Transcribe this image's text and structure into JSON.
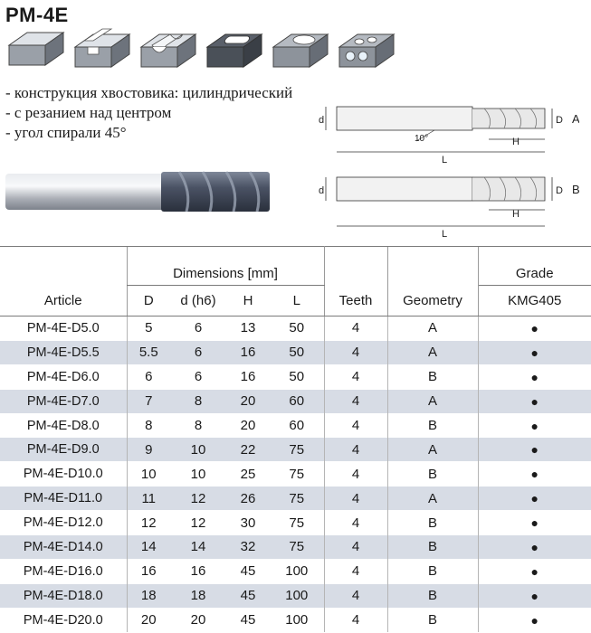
{
  "title": "PM-4E",
  "operations": [
    {
      "icon": "face-milling-icon"
    },
    {
      "icon": "slot-milling-icon"
    },
    {
      "icon": "groove-milling-icon"
    },
    {
      "icon": "pocket-milling-icon"
    },
    {
      "icon": "plunge-milling-icon"
    },
    {
      "icon": "drilling-icon"
    }
  ],
  "features": [
    "- конструкция хвостовика: цилиндрический",
    "- с резанием над центром",
    "- угол спирали 45°"
  ],
  "drawing": {
    "label_a": "A",
    "label_b": "B",
    "dim_d": "d",
    "dim_D": "D",
    "dim_H": "H",
    "dim_L": "L",
    "angle": "10°"
  },
  "table": {
    "headers": {
      "dimensions": "Dimensions [mm]",
      "grade": "Grade",
      "article": "Article",
      "D": "D",
      "d": "d (h6)",
      "H": "H",
      "L": "L",
      "teeth": "Teeth",
      "geometry": "Geometry",
      "grade_name": "KMG405"
    },
    "rows": [
      {
        "article": "PM-4E-D5.0",
        "D": "5",
        "d": "6",
        "H": "13",
        "L": "50",
        "teeth": "4",
        "geometry": "A",
        "grade": "●"
      },
      {
        "article": "PM-4E-D5.5",
        "D": "5.5",
        "d": "6",
        "H": "16",
        "L": "50",
        "teeth": "4",
        "geometry": "A",
        "grade": "●"
      },
      {
        "article": "PM-4E-D6.0",
        "D": "6",
        "d": "6",
        "H": "16",
        "L": "50",
        "teeth": "4",
        "geometry": "B",
        "grade": "●"
      },
      {
        "article": "PM-4E-D7.0",
        "D": "7",
        "d": "8",
        "H": "20",
        "L": "60",
        "teeth": "4",
        "geometry": "A",
        "grade": "●"
      },
      {
        "article": "PM-4E-D8.0",
        "D": "8",
        "d": "8",
        "H": "20",
        "L": "60",
        "teeth": "4",
        "geometry": "B",
        "grade": "●"
      },
      {
        "article": "PM-4E-D9.0",
        "D": "9",
        "d": "10",
        "H": "22",
        "L": "75",
        "teeth": "4",
        "geometry": "A",
        "grade": "●"
      },
      {
        "article": "PM-4E-D10.0",
        "D": "10",
        "d": "10",
        "H": "25",
        "L": "75",
        "teeth": "4",
        "geometry": "B",
        "grade": "●"
      },
      {
        "article": "PM-4E-D11.0",
        "D": "11",
        "d": "12",
        "H": "26",
        "L": "75",
        "teeth": "4",
        "geometry": "A",
        "grade": "●"
      },
      {
        "article": "PM-4E-D12.0",
        "D": "12",
        "d": "12",
        "H": "30",
        "L": "75",
        "teeth": "4",
        "geometry": "B",
        "grade": "●"
      },
      {
        "article": "PM-4E-D14.0",
        "D": "14",
        "d": "14",
        "H": "32",
        "L": "75",
        "teeth": "4",
        "geometry": "B",
        "grade": "●"
      },
      {
        "article": "PM-4E-D16.0",
        "D": "16",
        "d": "16",
        "H": "45",
        "L": "100",
        "teeth": "4",
        "geometry": "B",
        "grade": "●"
      },
      {
        "article": "PM-4E-D18.0",
        "D": "18",
        "d": "18",
        "H": "45",
        "L": "100",
        "teeth": "4",
        "geometry": "B",
        "grade": "●"
      },
      {
        "article": "PM-4E-D20.0",
        "D": "20",
        "d": "20",
        "H": "45",
        "L": "100",
        "teeth": "4",
        "geometry": "B",
        "grade": "●"
      }
    ]
  },
  "colors": {
    "row_stripe": "#d7dce5",
    "tool_body": "#3f4757",
    "shank": "#c9ccd3"
  }
}
